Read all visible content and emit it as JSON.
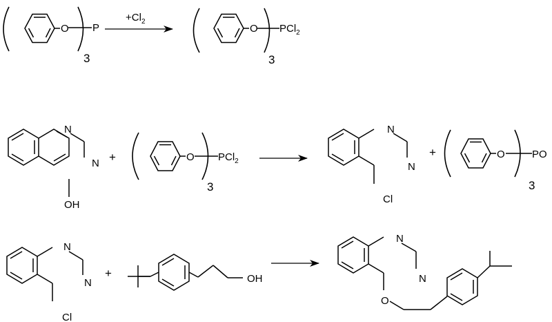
{
  "reactions": [
    {
      "reactant": {
        "group": "O",
        "center": "P",
        "count": "3"
      },
      "reagent": {
        "text": "+Cl",
        "sub": "2"
      },
      "product": {
        "group": "O",
        "center": "PCl",
        "sub": "2",
        "count": "3"
      }
    },
    {
      "reactant_1": {
        "n_top": "N",
        "n_right": "N",
        "oh": "OH"
      },
      "plus_1": "+",
      "reactant_2": {
        "group": "O",
        "center": "PCl",
        "sub": "2",
        "count": "3"
      },
      "product_1": {
        "n_top": "N",
        "n_right": "N",
        "cl": "Cl"
      },
      "plus_2": "+",
      "product_2": {
        "group": "O",
        "center": "PO",
        "count": "3"
      }
    },
    {
      "reactant_1": {
        "n_top": "N",
        "n_right": "N",
        "cl": "Cl"
      },
      "plus": "+",
      "reactant_2": {
        "oh": "OH"
      },
      "product": {
        "n_top": "N",
        "n_right": "N",
        "o": "O"
      }
    }
  ]
}
